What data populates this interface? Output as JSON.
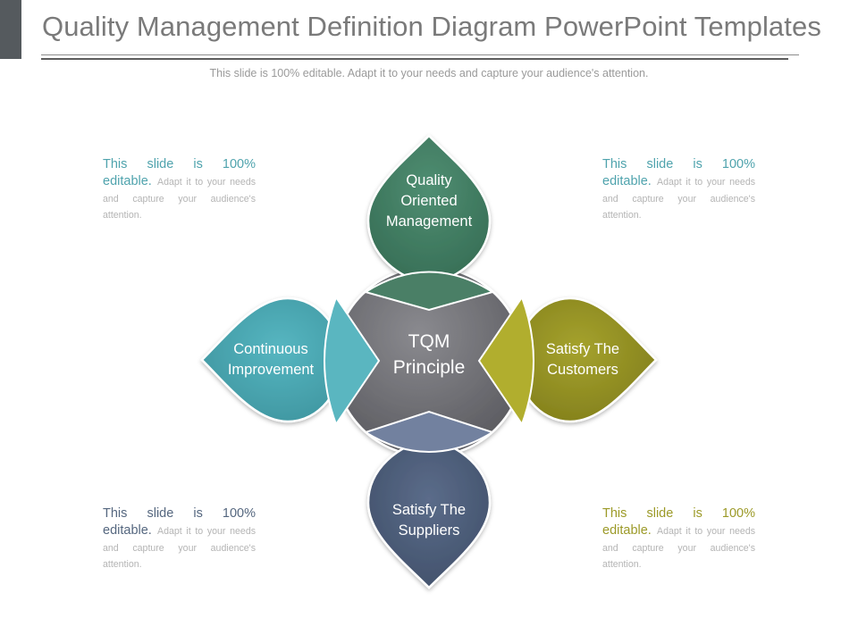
{
  "title": "Quality Management Definition Diagram PowerPoint Templates",
  "subtitle": "This slide is 100% editable. Adapt it to your needs and capture your audience's attention.",
  "colors": {
    "green": "#3f7a60",
    "teal": "#45a6b2",
    "olive": "#908d20",
    "slate": "#4a5a76",
    "center": "#6f6f74"
  },
  "notes": {
    "top_left": {
      "lead_line1": "This slide is 100%",
      "lead_line2": "editable.",
      "rest": "Adapt it to your needs and capture your audience's attention."
    },
    "top_right": {
      "lead_line1": "This slide is 100%",
      "lead_line2": "editable.",
      "rest": "Adapt it to your needs and capture your audience's attention."
    },
    "bottom_left": {
      "lead_line1": "This slide is 100%",
      "lead_line2": "editable.",
      "rest": "Adapt it to your needs and capture your audience's attention."
    },
    "bottom_right": {
      "lead_line1": "This slide is 100%",
      "lead_line2": "editable.",
      "rest": "Adapt it to your needs and capture your audience's attention."
    }
  },
  "diagram": {
    "center": {
      "line1": "TQM",
      "line2": "Principle"
    },
    "top": {
      "line1": "Quality",
      "line2": "Oriented",
      "line3": "Management"
    },
    "left": {
      "line1": "Continuous",
      "line2": "Improvement"
    },
    "right": {
      "line1": "Satisfy The",
      "line2": "Customers"
    },
    "bottom": {
      "line1": "Satisfy The",
      "line2": "Suppliers"
    }
  }
}
